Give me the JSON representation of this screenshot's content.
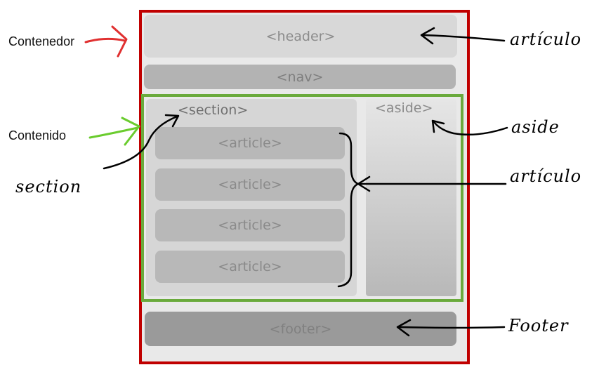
{
  "left_labels": {
    "contenedor": "Contenedor",
    "contenido": "Contenido",
    "section_hand": "section"
  },
  "right_labels": {
    "articulo_top": "artículo",
    "aside": "aside",
    "articulo_mid": "artículo",
    "footer": "Footer"
  },
  "boxes": {
    "header": "<header>",
    "nav": "<nav>",
    "section": "<section>",
    "articles": [
      "<article>",
      "<article>",
      "<article>",
      "<article>"
    ],
    "aside": "<aside>",
    "footer": "<footer>"
  },
  "colors": {
    "contenedor_frame": "#c00000",
    "contenido_frame": "#6aaa3c",
    "contenedor_arrow": "#e03030",
    "contenido_arrow": "#6acc2e",
    "annotation_ink": "#000000"
  }
}
